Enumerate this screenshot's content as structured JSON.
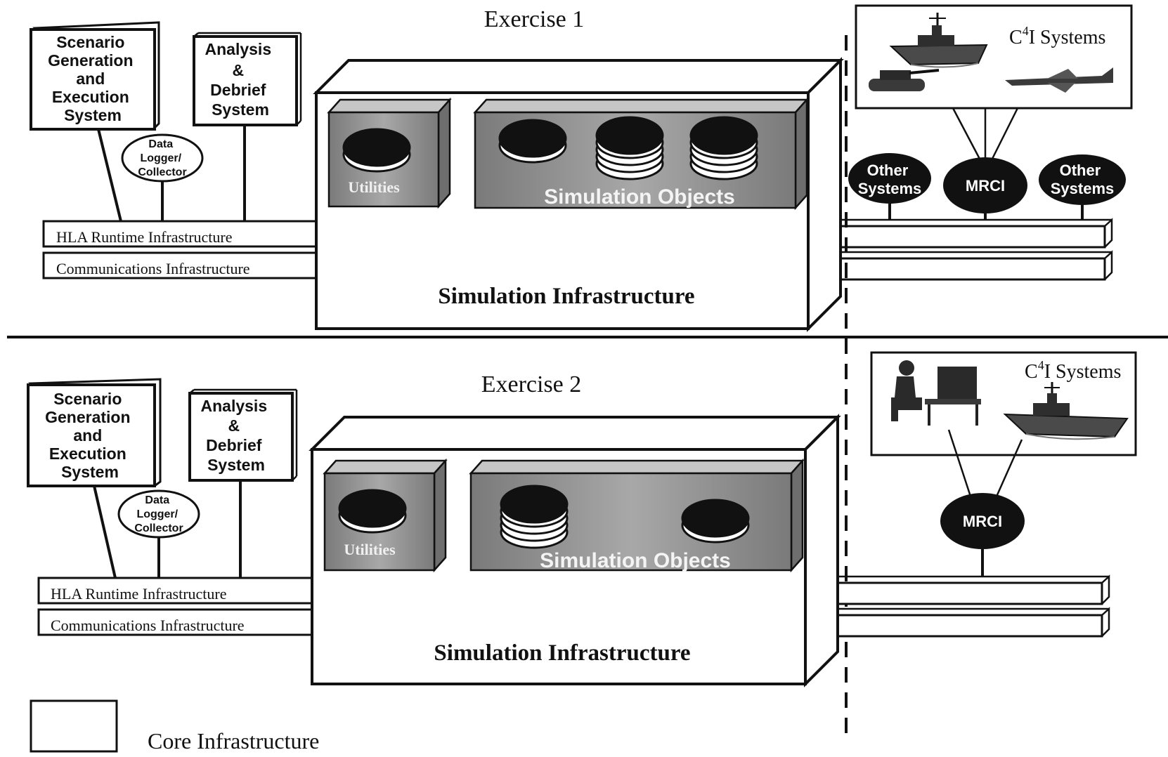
{
  "legend": {
    "label": "Core Infrastructure"
  },
  "exercises": [
    {
      "title": "Exercise 1",
      "scenario_box": [
        "Scenario",
        "Generation",
        "and",
        "Execution",
        "System"
      ],
      "analysis_box": [
        "Analysis",
        "&",
        "Debrief",
        "System"
      ],
      "logger": [
        "Data",
        "Logger/",
        "Collector"
      ],
      "hla_bar": "HLA Runtime Infrastructure",
      "comm_bar": "Communications  Infrastructure",
      "utilities": "Utilities",
      "sim_objects": "Simulation Objects",
      "sim_infra": "Simulation Infrastructure",
      "c4i": {
        "base": "C",
        "sup": "4",
        "rest": "I Systems"
      },
      "other_left": [
        "Other",
        "Systems"
      ],
      "mrci": "MRCI",
      "other_right": [
        "Other",
        "Systems"
      ]
    },
    {
      "title": "Exercise 2",
      "scenario_box": [
        "Scenario",
        "Generation",
        "and",
        "Execution",
        "System"
      ],
      "analysis_box": [
        "Analysis",
        "&",
        "Debrief",
        "System"
      ],
      "logger": [
        "Data",
        "Logger/",
        "Collector"
      ],
      "hla_bar": "HLA Runtime Infrastructure",
      "comm_bar": "Communications  Infrastructure",
      "utilities": "Utilities",
      "sim_objects": "Simulation Objects",
      "sim_infra": "Simulation Infrastructure",
      "c4i": {
        "base": "C",
        "sup": "4",
        "rest": "I Systems"
      },
      "mrci": "MRCI"
    }
  ],
  "icons": [
    "warship-icon",
    "tank-icon",
    "fighter-jet-icon",
    "operator-workstation-icon",
    "database-disk-icon"
  ],
  "colors": {
    "line": "#111111",
    "panel_gray": "#8e8e8e",
    "panel_top": "#c6c6c6",
    "oval_fill": "#111111"
  }
}
